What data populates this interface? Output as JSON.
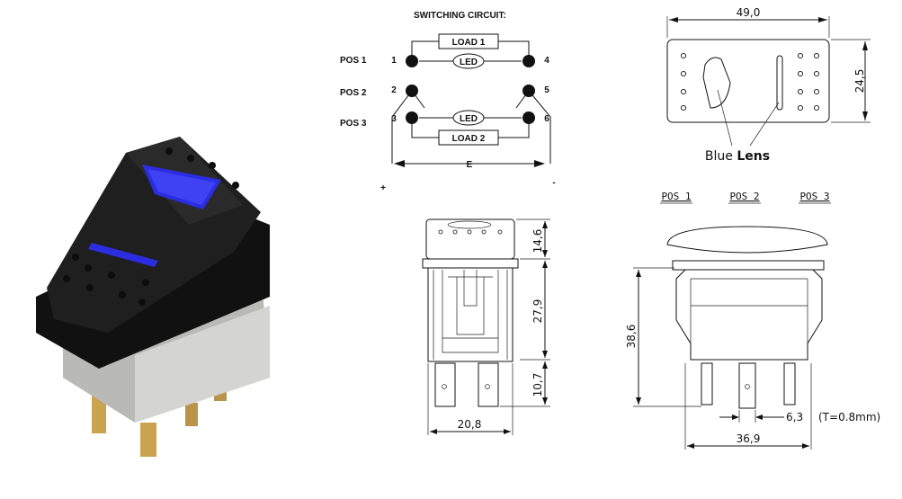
{
  "circuit": {
    "title": "SWITCHING CIRCUIT:",
    "positions": [
      "POS 1",
      "POS 2",
      "POS 3"
    ],
    "pin_numbers": [
      "1",
      "2",
      "3",
      "4",
      "5",
      "6"
    ],
    "load1": "LOAD 1",
    "load2": "LOAD 2",
    "led": "LED",
    "plus": "+",
    "minus": "-",
    "e_label": "E"
  },
  "top_view": {
    "width_dim": "49,0",
    "height_dim": "24,5",
    "lens_label_prefix": "Blue ",
    "lens_label_bold": "Lens"
  },
  "side_view": {
    "dims": [
      "14,6",
      "27,9",
      "10,7",
      "20,8"
    ]
  },
  "front_view": {
    "positions": [
      "POS 1",
      "POS 2",
      "POS 3"
    ],
    "dims": [
      "38,6",
      "6,3",
      "(T=0.8mm)",
      "36,9"
    ]
  },
  "colors": {
    "switch_body": "#1a1a1a",
    "lens_blue": "#2a2de0",
    "terminal": "#c8a24a"
  }
}
